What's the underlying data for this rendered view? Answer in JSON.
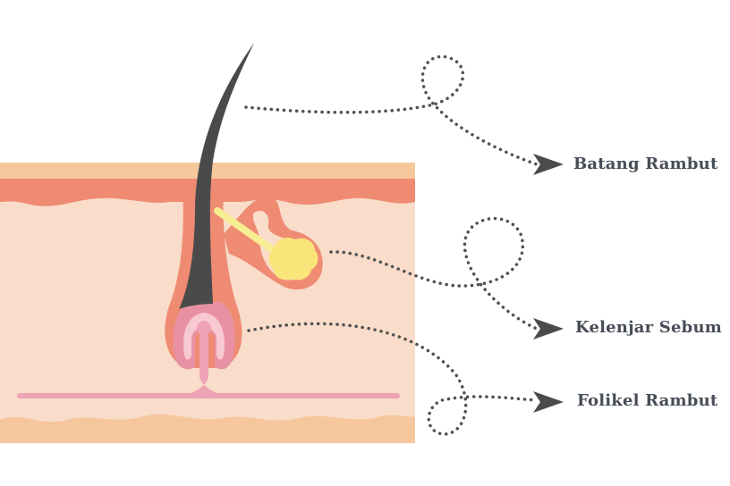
{
  "labels": {
    "hair_shaft": "Batang Rambut",
    "sebaceous_gland": "Kelenjar Sebum",
    "hair_follicle": "Folikel Rambut"
  },
  "colors": {
    "label_text": "#474d56",
    "arrow": "#4b4b4b",
    "dotted_line": "#505050",
    "skin_top_band": "#f6c79d",
    "epidermis": "#ef8b73",
    "dermis": "#f9dcc9",
    "fat_layer": "#f6c79d",
    "hair": "#4a4a4a",
    "follicle_inner": "#e891a2",
    "follicle_core": "#f8c9d2",
    "sebum_gland": "#fae57a",
    "sebum_duct": "#f7ee93",
    "nerve_line": "#eea2b5"
  }
}
